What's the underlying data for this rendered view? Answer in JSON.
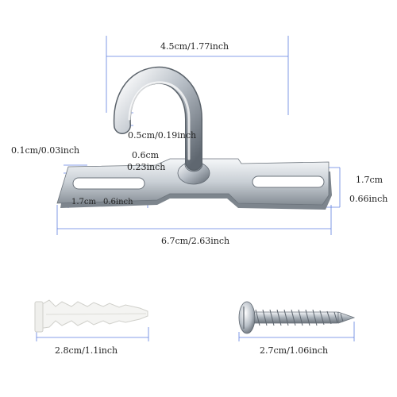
{
  "colors": {
    "dimension_line": "#5f7fe0",
    "metal_light": "#eef1f4",
    "metal_mid": "#b7bec6",
    "metal_dark": "#6c747c",
    "plastic": "#f4f4f2",
    "plastic_shadow": "#d9d9d5"
  },
  "labels": {
    "hook_span": "4.5cm/1.77inch",
    "wire_diameter": "0.5cm/0.19inch",
    "plate_thickness": "0.1cm/0.03inch",
    "slot_width_a": "0.6cm",
    "slot_width_b": "0.23inch",
    "slot_length_cm": "1.7cm",
    "slot_length_in": "0.6inch",
    "plate_width_cm": "1.7cm",
    "plate_width_in": "0.66inch",
    "plate_length": "6.7cm/2.63inch",
    "anchor_length": "2.8cm/1.1inch",
    "screw_length": "2.7cm/1.06inch"
  }
}
